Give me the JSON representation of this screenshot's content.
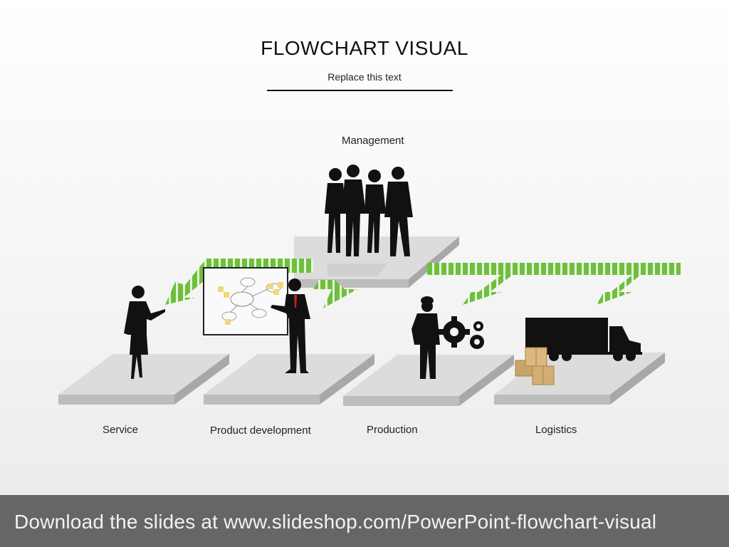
{
  "slide": {
    "title": "FLOWCHART VISUAL",
    "subtitle": "Replace this text"
  },
  "nodes": {
    "top": "Management",
    "bottom": [
      "Service",
      "Product development",
      "Production",
      "Logistics"
    ]
  },
  "footer": {
    "text": "Download the slides at www.slideshop.com/PowerPoint-flowchart-visual"
  },
  "colors": {
    "arrow": "#6dbf3c",
    "platform_top": "#dcdcdc",
    "platform_front": "#bdbdbd",
    "silhouette": "#111111",
    "footer_bg": "#666666",
    "box": "#c9a46a"
  },
  "icons": [
    "people-group-icon",
    "woman-presenter-icon",
    "whiteboard-icon",
    "man-presenter-icon",
    "worker-icon",
    "gears-icon",
    "truck-icon",
    "boxes-icon"
  ]
}
